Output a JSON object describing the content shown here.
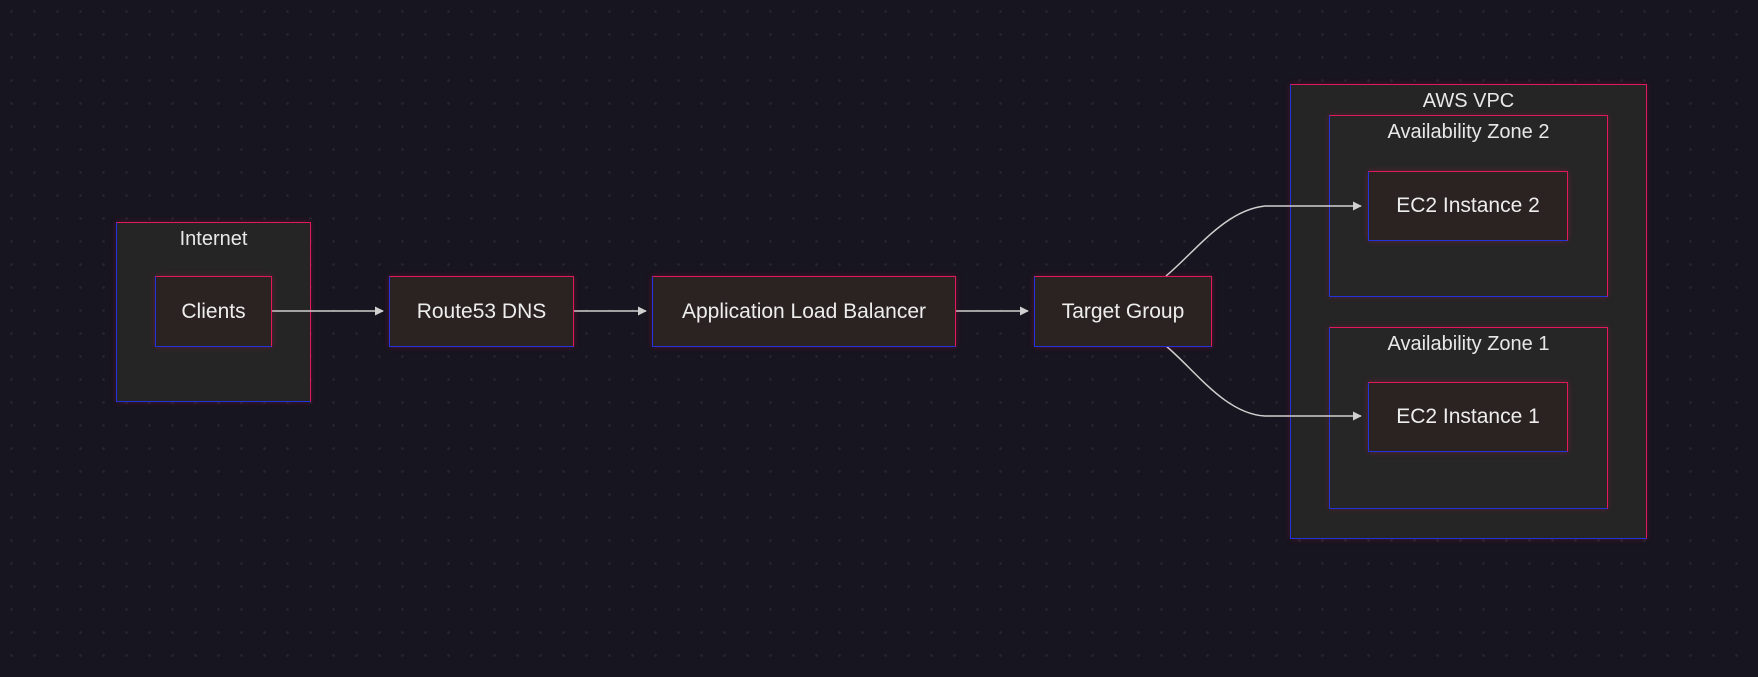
{
  "diagram": {
    "clusters": {
      "internet": "Internet",
      "aws_vpc": "AWS VPC",
      "az2": "Availability Zone 2",
      "az1": "Availability Zone 1"
    },
    "nodes": {
      "clients": "Clients",
      "route53": "Route53 DNS",
      "alb": "Application Load Balancer",
      "target_group": "Target Group",
      "ec2_2": "EC2 Instance 2",
      "ec2_1": "EC2 Instance 1"
    },
    "edges": [
      {
        "from": "clients",
        "to": "route53"
      },
      {
        "from": "route53",
        "to": "alb"
      },
      {
        "from": "alb",
        "to": "target_group"
      },
      {
        "from": "target_group",
        "to": "ec2_2"
      },
      {
        "from": "target_group",
        "to": "ec2_1"
      }
    ],
    "colors": {
      "background": "#17151f",
      "border_accent_red": "#e1195a",
      "border_accent_blue": "#2233dd",
      "edge": "#d0d0d0",
      "text": "#ededed"
    }
  }
}
